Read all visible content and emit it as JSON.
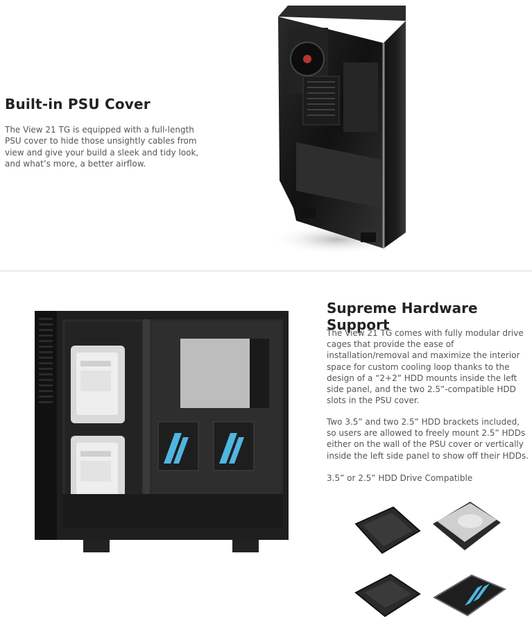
{
  "psu_section": {
    "title": "Built-in PSU Cover",
    "body": "The View 21 TG is equipped with a full-length PSU cover to hide those unsightly cables from view and give your build a sleek and tidy look, and what’s more, a better airflow."
  },
  "hardware_section": {
    "title": "Supreme Hardware Support",
    "paragraph1": "The View 21 TG comes with fully modular drive cages that provide the ease of installation/removal and maximize the interior space for custom cooling loop thanks to the design of a “2+2” HDD mounts inside the left side panel, and the two 2.5”-compatible HDD slots in the PSU cover.",
    "paragraph2": "Two 3.5” and two 2.5” HDD brackets included, so users are allowed to freely mount 2.5” HDDs either on the wall of the PSU cover or vertically inside the left side panel to show off their HDDs.",
    "paragraph3": "3.5” or 2.5” HDD Drive Compatible"
  },
  "colors": {
    "accent_blue": "#4fb6e0",
    "case_black": "#1a1a1a",
    "divider": "#d9d9d9"
  }
}
